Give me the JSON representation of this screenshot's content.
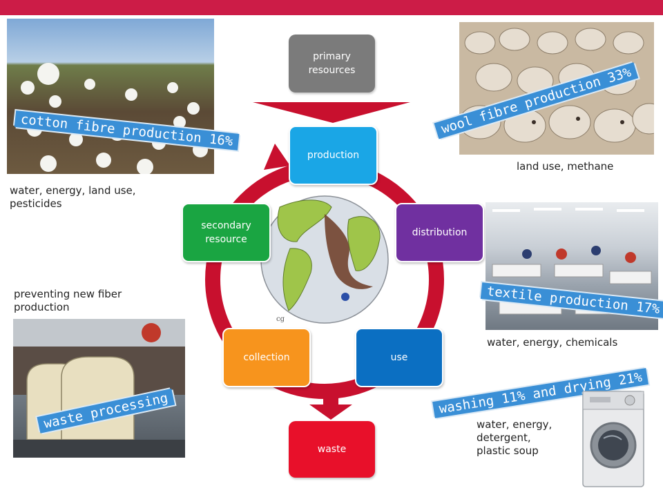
{
  "diagram": {
    "nodes": {
      "primary": "primary resources",
      "production": "production",
      "distribution": "distribution",
      "use": "use",
      "collection": "collection",
      "secondary": "secondary resource",
      "waste": "waste"
    }
  },
  "callouts": {
    "cotton": {
      "banner": "cotton fibre production 16%",
      "caption": "water, energy, land use, pesticides"
    },
    "wool": {
      "banner": "wool fibre production 33%",
      "caption": "land use, methane"
    },
    "textile": {
      "banner": "textile production 17%",
      "caption": "water, energy, chemicals"
    },
    "washing": {
      "banner": "washing 11% and drying 21%",
      "caption": "water, energy, detergent, plastic soup"
    },
    "waste_processing": {
      "banner": "waste processing",
      "caption": "preventing new fiber production"
    }
  },
  "colors": {
    "topbar": "#cc1c47",
    "cycle_arrow": "#c8102e",
    "primary": "#7b7b7b",
    "production": "#1aa6e6",
    "distribution": "#7030a0",
    "use": "#0b6fc2",
    "collection": "#f7941d",
    "secondary": "#1aa542",
    "waste": "#e8102a",
    "banner": "#3a8fd6"
  }
}
